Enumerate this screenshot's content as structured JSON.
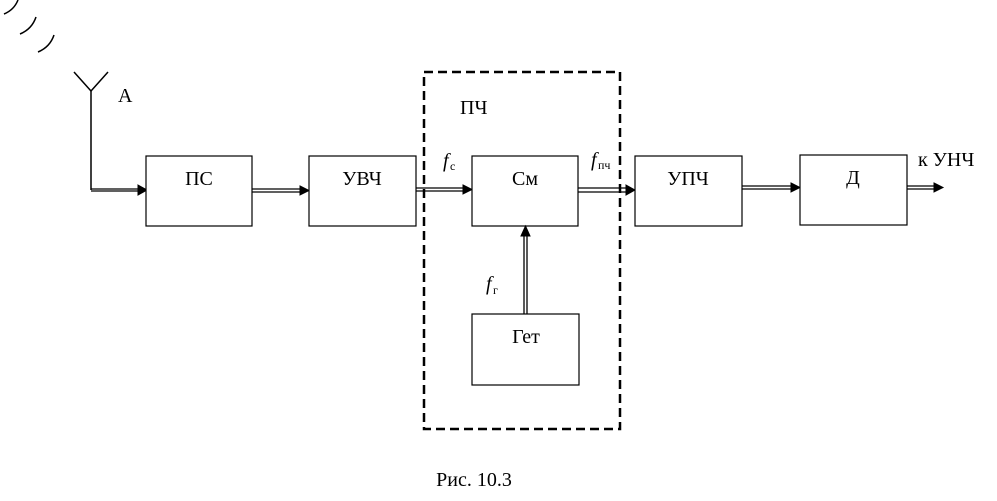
{
  "blocks": {
    "ps": "ПС",
    "uvch": "УВЧ",
    "sm": "См",
    "get": "Гет",
    "upch": "УПЧ",
    "d": "Д"
  },
  "labels": {
    "antenna": "А",
    "pch": "ПЧ",
    "output": "к УНЧ",
    "fc_main": "f",
    "fc_sub": "с",
    "fpch_main": "f",
    "fpch_sub": "пч",
    "fg_main": "f",
    "fg_sub": "г"
  },
  "caption": "Рис. 10.3"
}
